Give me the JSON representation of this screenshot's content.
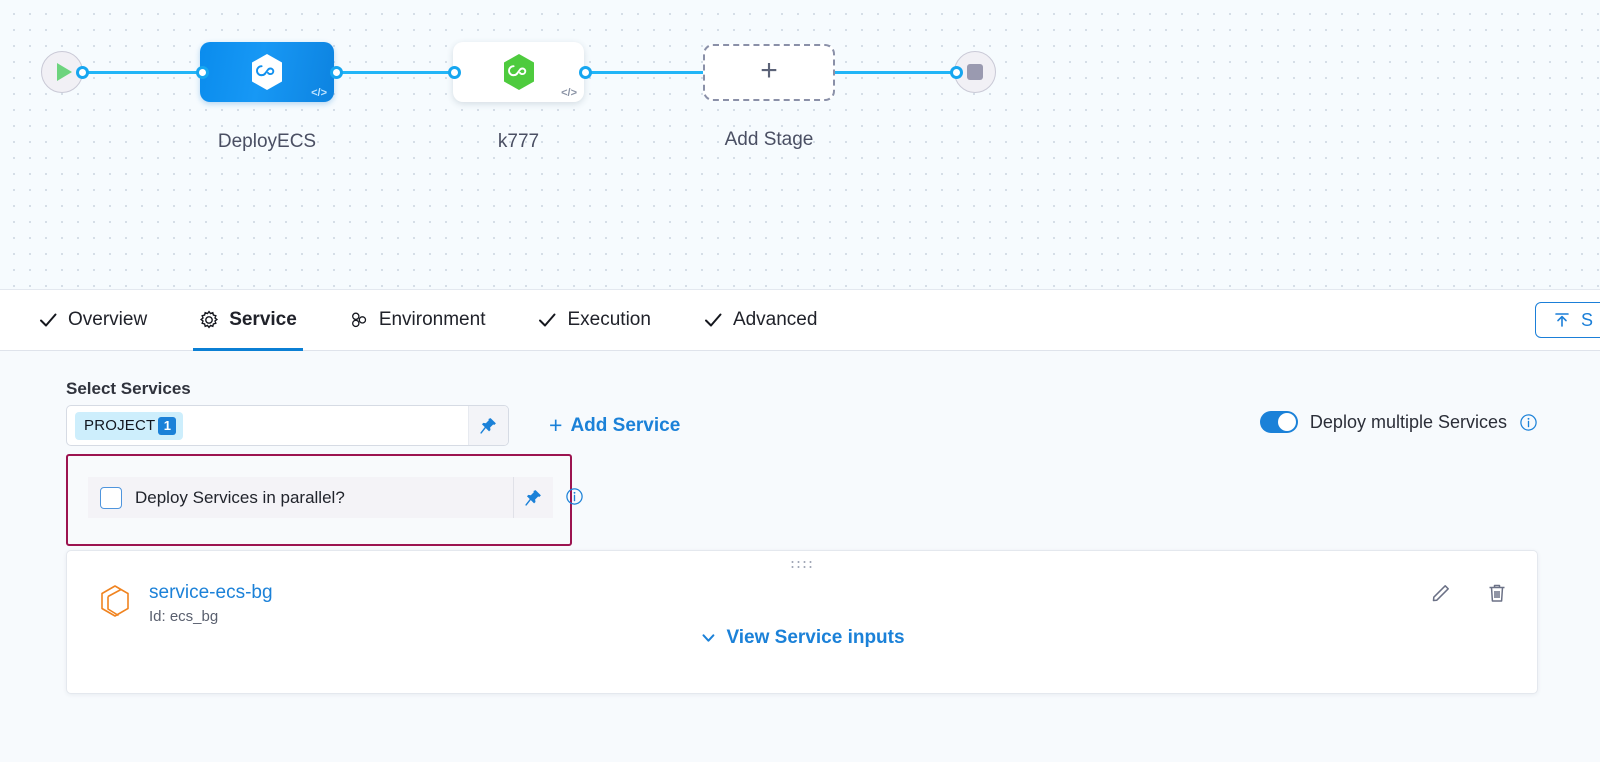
{
  "pipeline": {
    "start_node": "start-play-node",
    "end_node": "end-stop-node",
    "stages": [
      {
        "label": "DeployECS",
        "icon": "harness-hexagon-icon",
        "code_glyph": "</>",
        "selected": true
      },
      {
        "label": "k777",
        "icon": "harness-hexagon-icon",
        "code_glyph": "</>",
        "selected": false
      }
    ],
    "add_stage": {
      "label": "Add Stage",
      "plus": "+"
    }
  },
  "tabs": [
    {
      "label": "Overview",
      "icon": "check-icon",
      "active": false
    },
    {
      "label": "Service",
      "icon": "gear-icon",
      "active": true
    },
    {
      "label": "Environment",
      "icon": "environment-cluster-icon",
      "active": false
    },
    {
      "label": "Execution",
      "icon": "check-icon",
      "active": false
    },
    {
      "label": "Advanced",
      "icon": "check-icon",
      "active": false
    }
  ],
  "toolbar": {
    "save_label": "S",
    "save_icon": "save-arrow-icon"
  },
  "service_section": {
    "title": "Select Services",
    "multiselect": {
      "chip_label": "PROJECT",
      "chip_count": "1",
      "pin_icon": "pin-icon"
    },
    "add_service": {
      "plus": "+",
      "label": "Add Service"
    },
    "deploy_multiple": {
      "label": "Deploy multiple Services",
      "enabled": true,
      "info_icon": "info-icon",
      "accent": "#1b81d8"
    },
    "parallel": {
      "label": "Deploy Services in parallel?",
      "checked": false,
      "pin_icon": "pin-icon",
      "info_icon": "info-icon",
      "highlight_color": "#9c1450"
    }
  },
  "service_card": {
    "drag_handle": "drag-handle-icon",
    "icon": "service-hexagon-icon",
    "name": "service-ecs-bg",
    "id_text": "Id: ecs_bg",
    "view_inputs": "View Service inputs",
    "edit_icon": "pencil-icon",
    "delete_icon": "trash-icon"
  }
}
